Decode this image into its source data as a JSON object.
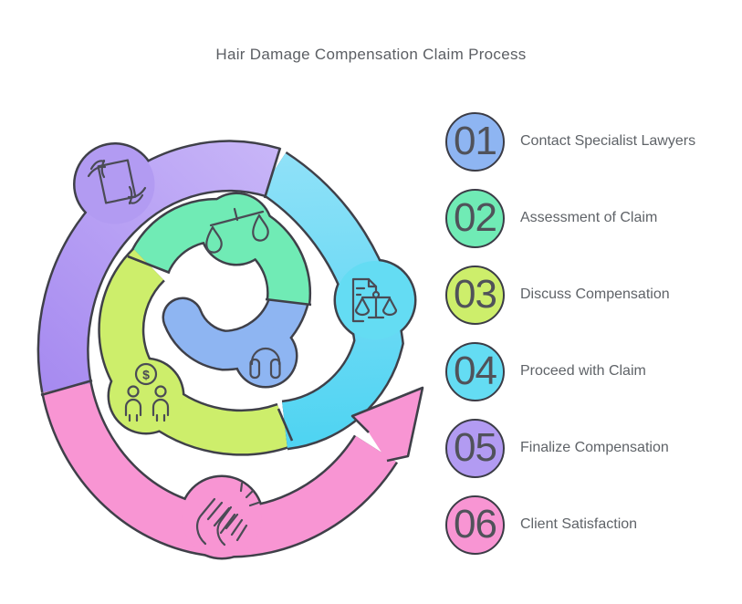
{
  "title": "Hair Damage Compensation Claim Process",
  "colors": {
    "outline": "#3f4049",
    "icon_stroke": "#4a4b55",
    "title_text": "#5b5e63",
    "label_text": "#5f6368",
    "number_text": "#50525a"
  },
  "steps": [
    {
      "number": "01",
      "label": "Contact Specialist Lawyers",
      "color": "#8eb5f2",
      "icon": "headphones-icon"
    },
    {
      "number": "02",
      "label": "Assessment of Claim",
      "color": "#70ebb5",
      "icon": "justice-scales-icon"
    },
    {
      "number": "03",
      "label": "Discuss Compensation",
      "color": "#cdee6b",
      "icon": "people-money-icon"
    },
    {
      "number": "04",
      "label": "Proceed with Claim",
      "color": "#64dcf3",
      "icon": "legal-document-icon"
    },
    {
      "number": "05",
      "label": "Finalize Compensation",
      "color": "#b29bf2",
      "icon": "hands-document-icon"
    },
    {
      "number": "06",
      "label": "Client Satisfaction",
      "color": "#f895d3",
      "icon": "clapping-hands-icon"
    }
  ]
}
